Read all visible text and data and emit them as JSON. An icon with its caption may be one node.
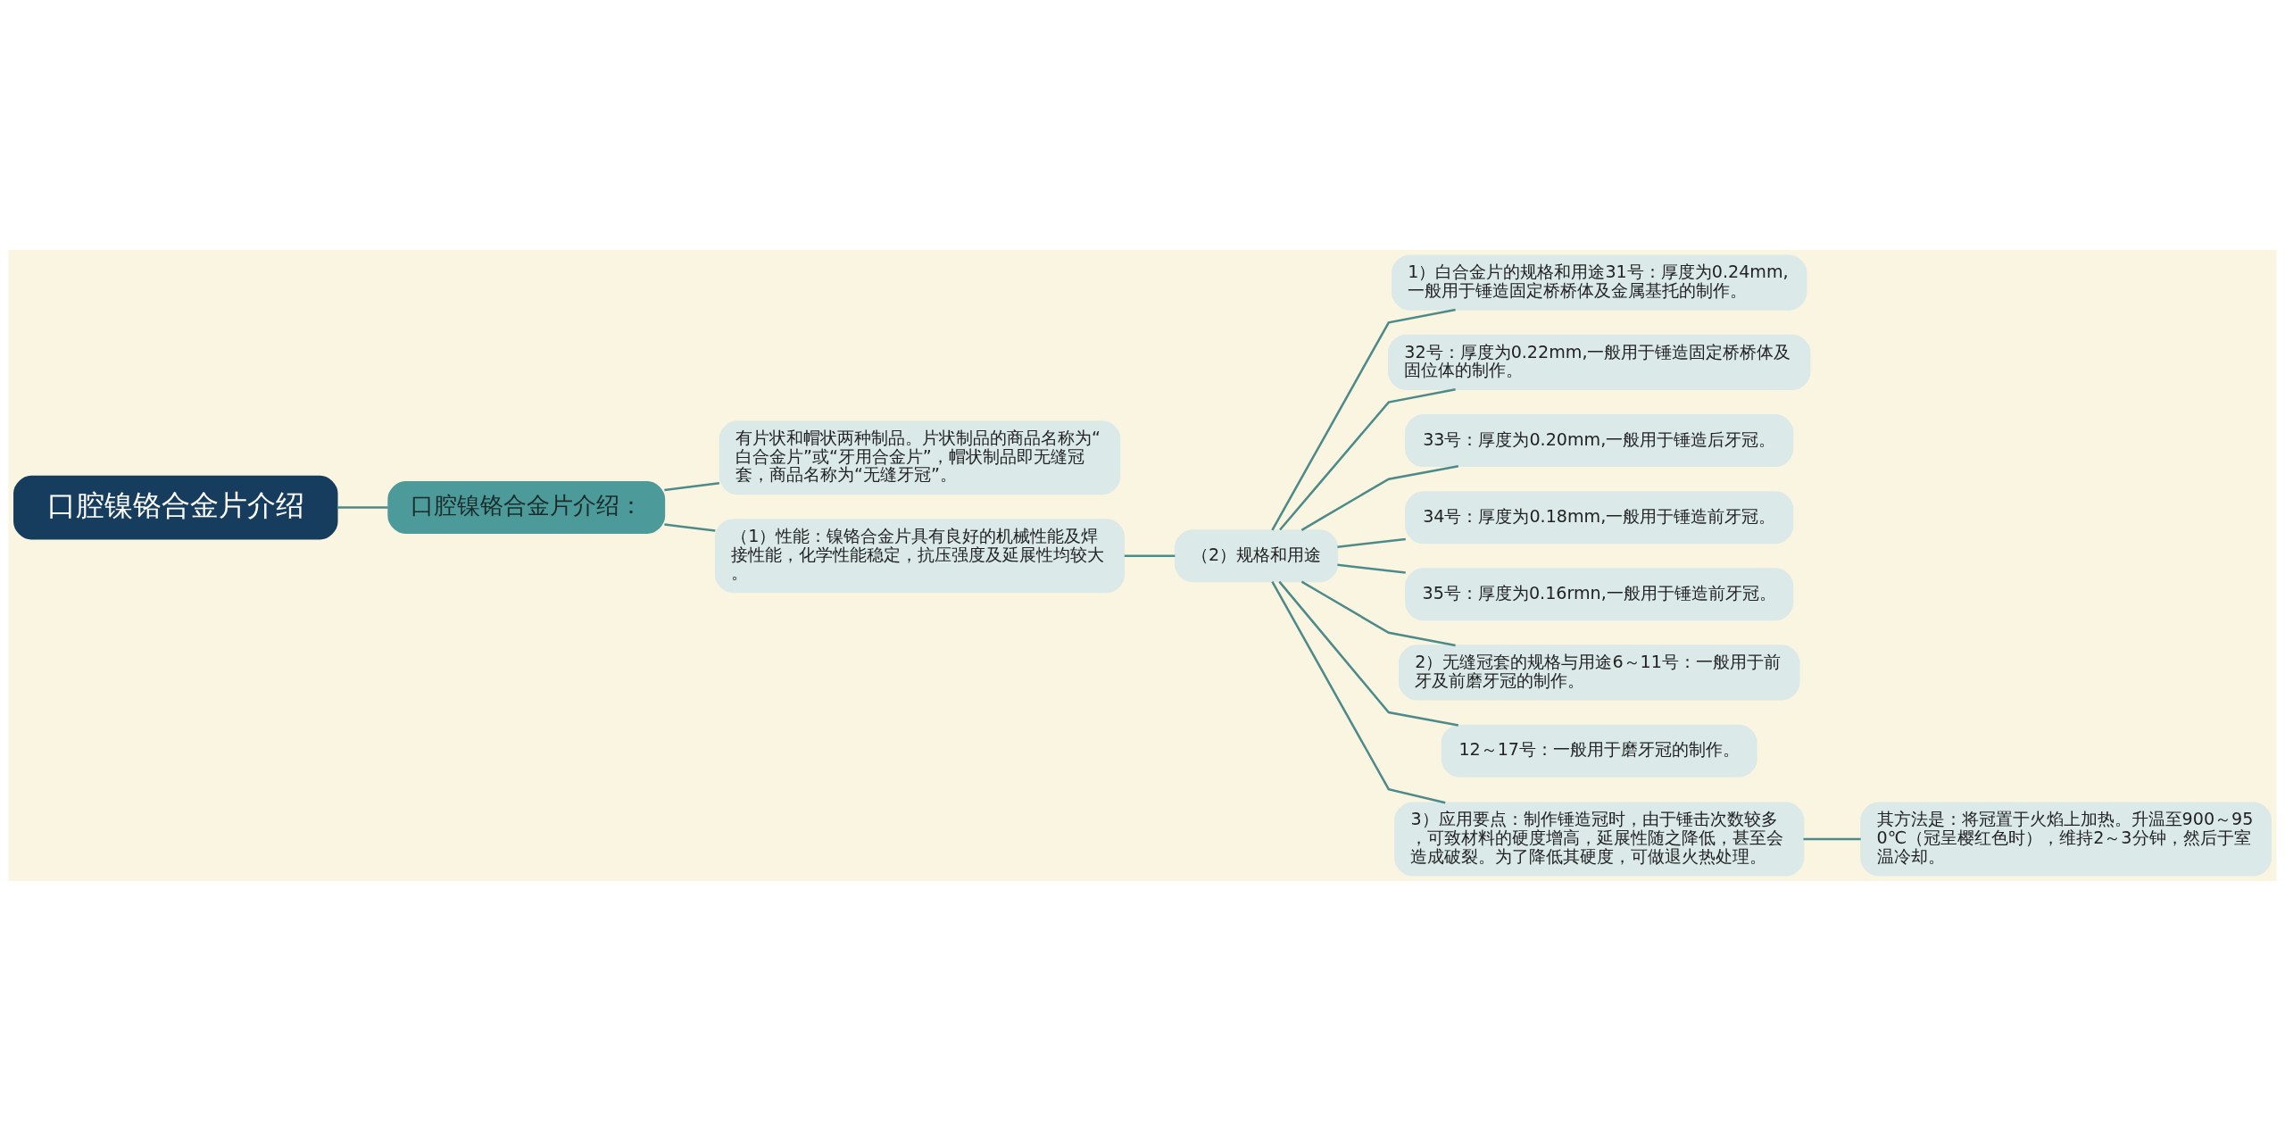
{
  "diagram": {
    "nodes": [
      {
        "text": [
          "口腔镍铬合金片介绍"
        ]
      },
      {
        "text": [
          "口腔镍铬合金片介绍："
        ]
      },
      {
        "text": [
          "有片状和帽状两种制品。片状制品的商品名称为“白合金片”或“牙用合金片”，帽状制品即无缝冠套，商品名称为“无缝牙冠”。"
        ]
      },
      {
        "text": [
          "（1）性能：镍铬合金片具有良好的机械性能及焊接性能，化学性能稳定，抗压强度及延展性均较大。"
        ]
      },
      {
        "text": [
          "（2）规格和用途"
        ]
      },
      {
        "text": [
          "1）白合金片的规格和用途31号：厚度为0.24mm,一般用于锤造固定桥桥体及金属基托的制作。"
        ]
      },
      {
        "text": [
          "32号：厚度为0.22mm,一般用于锤造固定桥桥体及固位体的制作。"
        ]
      },
      {
        "text": [
          "33号：厚度为0.20mm,一般用于锤造后牙冠。"
        ]
      },
      {
        "text": [
          "34号：厚度为0.18mm,一般用于锤造前牙冠。"
        ]
      },
      {
        "text": [
          "35号：厚度为0.16rmn,一般用于锤造前牙冠。"
        ]
      },
      {
        "text": [
          "2）无缝冠套的规格与用途6～11号：一般用于前牙及前磨牙冠的制作。"
        ]
      },
      {
        "text": [
          "12～17号：一般用于磨牙冠的制作。"
        ]
      },
      {
        "text": [
          "3）应用要点：制作锤造冠时，由于锤击次数较多，可致材料的硬度增高，延展性随之降低，甚至会造成破裂。为了降低其硬度，可做退火热处理。"
        ]
      },
      {
        "text": [
          "其方法是：将冠置于火焰上加热。升温至900～950℃（冠呈樱红色时），维持2～3分钟，然后于室温冷却。"
        ]
      }
    ],
    "edges": [
      {
        "from": 0,
        "to": 1,
        "arrow": "none"
      },
      {
        "from": 1,
        "to": 2,
        "arrow": "none"
      },
      {
        "from": 1,
        "to": 3,
        "arrow": "none"
      },
      {
        "from": 3,
        "to": 4,
        "arrow": "none"
      },
      {
        "from": 4,
        "to": 5,
        "arrow": "none"
      },
      {
        "from": 4,
        "to": 6,
        "arrow": "none"
      },
      {
        "from": 4,
        "to": 7,
        "arrow": "none"
      },
      {
        "from": 4,
        "to": 8,
        "arrow": "none"
      },
      {
        "from": 4,
        "to": 9,
        "arrow": "none"
      },
      {
        "from": 4,
        "to": 10,
        "arrow": "none"
      },
      {
        "from": 4,
        "to": 11,
        "arrow": "none"
      },
      {
        "from": 4,
        "to": 12,
        "arrow": "none"
      },
      {
        "from": 12,
        "to": 13,
        "arrow": "none"
      }
    ]
  }
}
